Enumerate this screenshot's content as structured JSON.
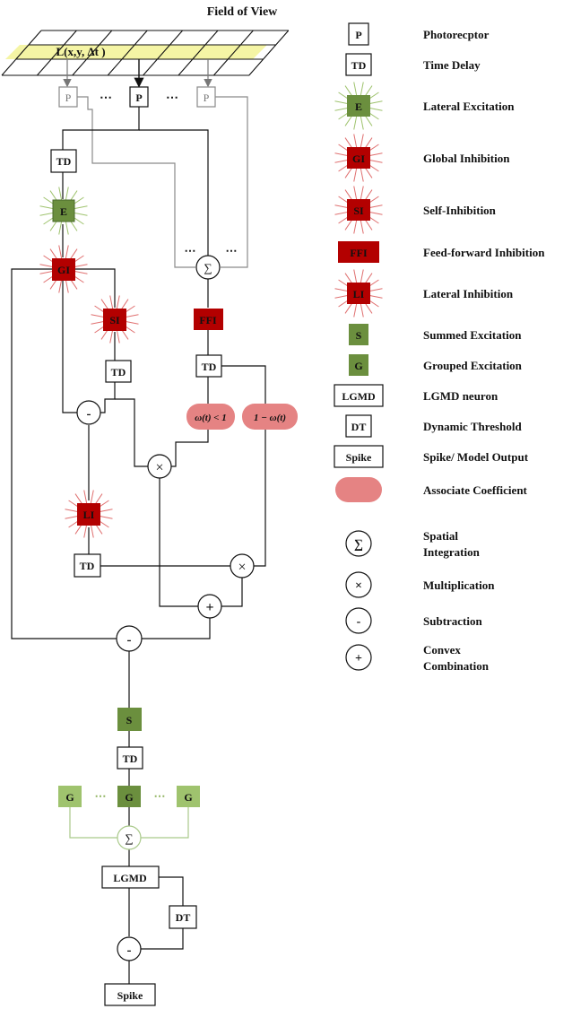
{
  "title": "Field of View",
  "input_label": "L(x,y, Δt )",
  "colors": {
    "excitation_green": "#6b8f3e",
    "light_green": "#9fc36e",
    "inhibition_red": "#b30000",
    "coefficient_pink": "#e58383",
    "grid_highlight": "#f5f5a5"
  },
  "nodes": {
    "p": "P",
    "ellipsis": "⋯",
    "td": "TD",
    "e": "E",
    "gi": "GI",
    "si": "SI",
    "ffi": "FFI",
    "li": "LI",
    "s": "S",
    "g": "G",
    "lgmd": "LGMD",
    "dt": "DT",
    "spike": "Spike",
    "omega_lt": "ω(t) < 1",
    "one_minus_omega": "1 − ω(t)",
    "sum_op": "∑",
    "mul_op": "×",
    "sub_op": "-",
    "add_op": "+"
  },
  "legend": [
    {
      "symbol": "P",
      "kind": "box",
      "text": "Photorecptor"
    },
    {
      "symbol": "TD",
      "kind": "box",
      "text": "Time Delay"
    },
    {
      "symbol": "E",
      "kind": "green-burst",
      "text": "Lateral Excitation"
    },
    {
      "symbol": "GI",
      "kind": "red-burst",
      "text": "Global Inhibition"
    },
    {
      "symbol": "SI",
      "kind": "red-burst",
      "text": "Self-Inhibition"
    },
    {
      "symbol": "FFI",
      "kind": "red-box",
      "text": "Feed-forward Inhibition"
    },
    {
      "symbol": "LI",
      "kind": "red-burst",
      "text": "Lateral Inhibition"
    },
    {
      "symbol": "S",
      "kind": "green-box",
      "text": "Summed Excitation"
    },
    {
      "symbol": "G",
      "kind": "green-box",
      "text": "Grouped Excitation"
    },
    {
      "symbol": "LGMD",
      "kind": "box",
      "text": "LGMD neuron"
    },
    {
      "symbol": "DT",
      "kind": "box",
      "text": "Dynamic Threshold"
    },
    {
      "symbol": "Spike",
      "kind": "box",
      "text": "Spike/ Model Output"
    },
    {
      "symbol": "",
      "kind": "pill",
      "text": "Associate Coefficient"
    },
    {
      "symbol": "∑",
      "kind": "circle",
      "text": "Spatial",
      "text2": "Integration"
    },
    {
      "symbol": "×",
      "kind": "circle",
      "text": "Multiplication"
    },
    {
      "symbol": "-",
      "kind": "circle",
      "text": "Subtraction"
    },
    {
      "symbol": "+",
      "kind": "circle",
      "text": "Convex",
      "text2": "Combination"
    }
  ]
}
